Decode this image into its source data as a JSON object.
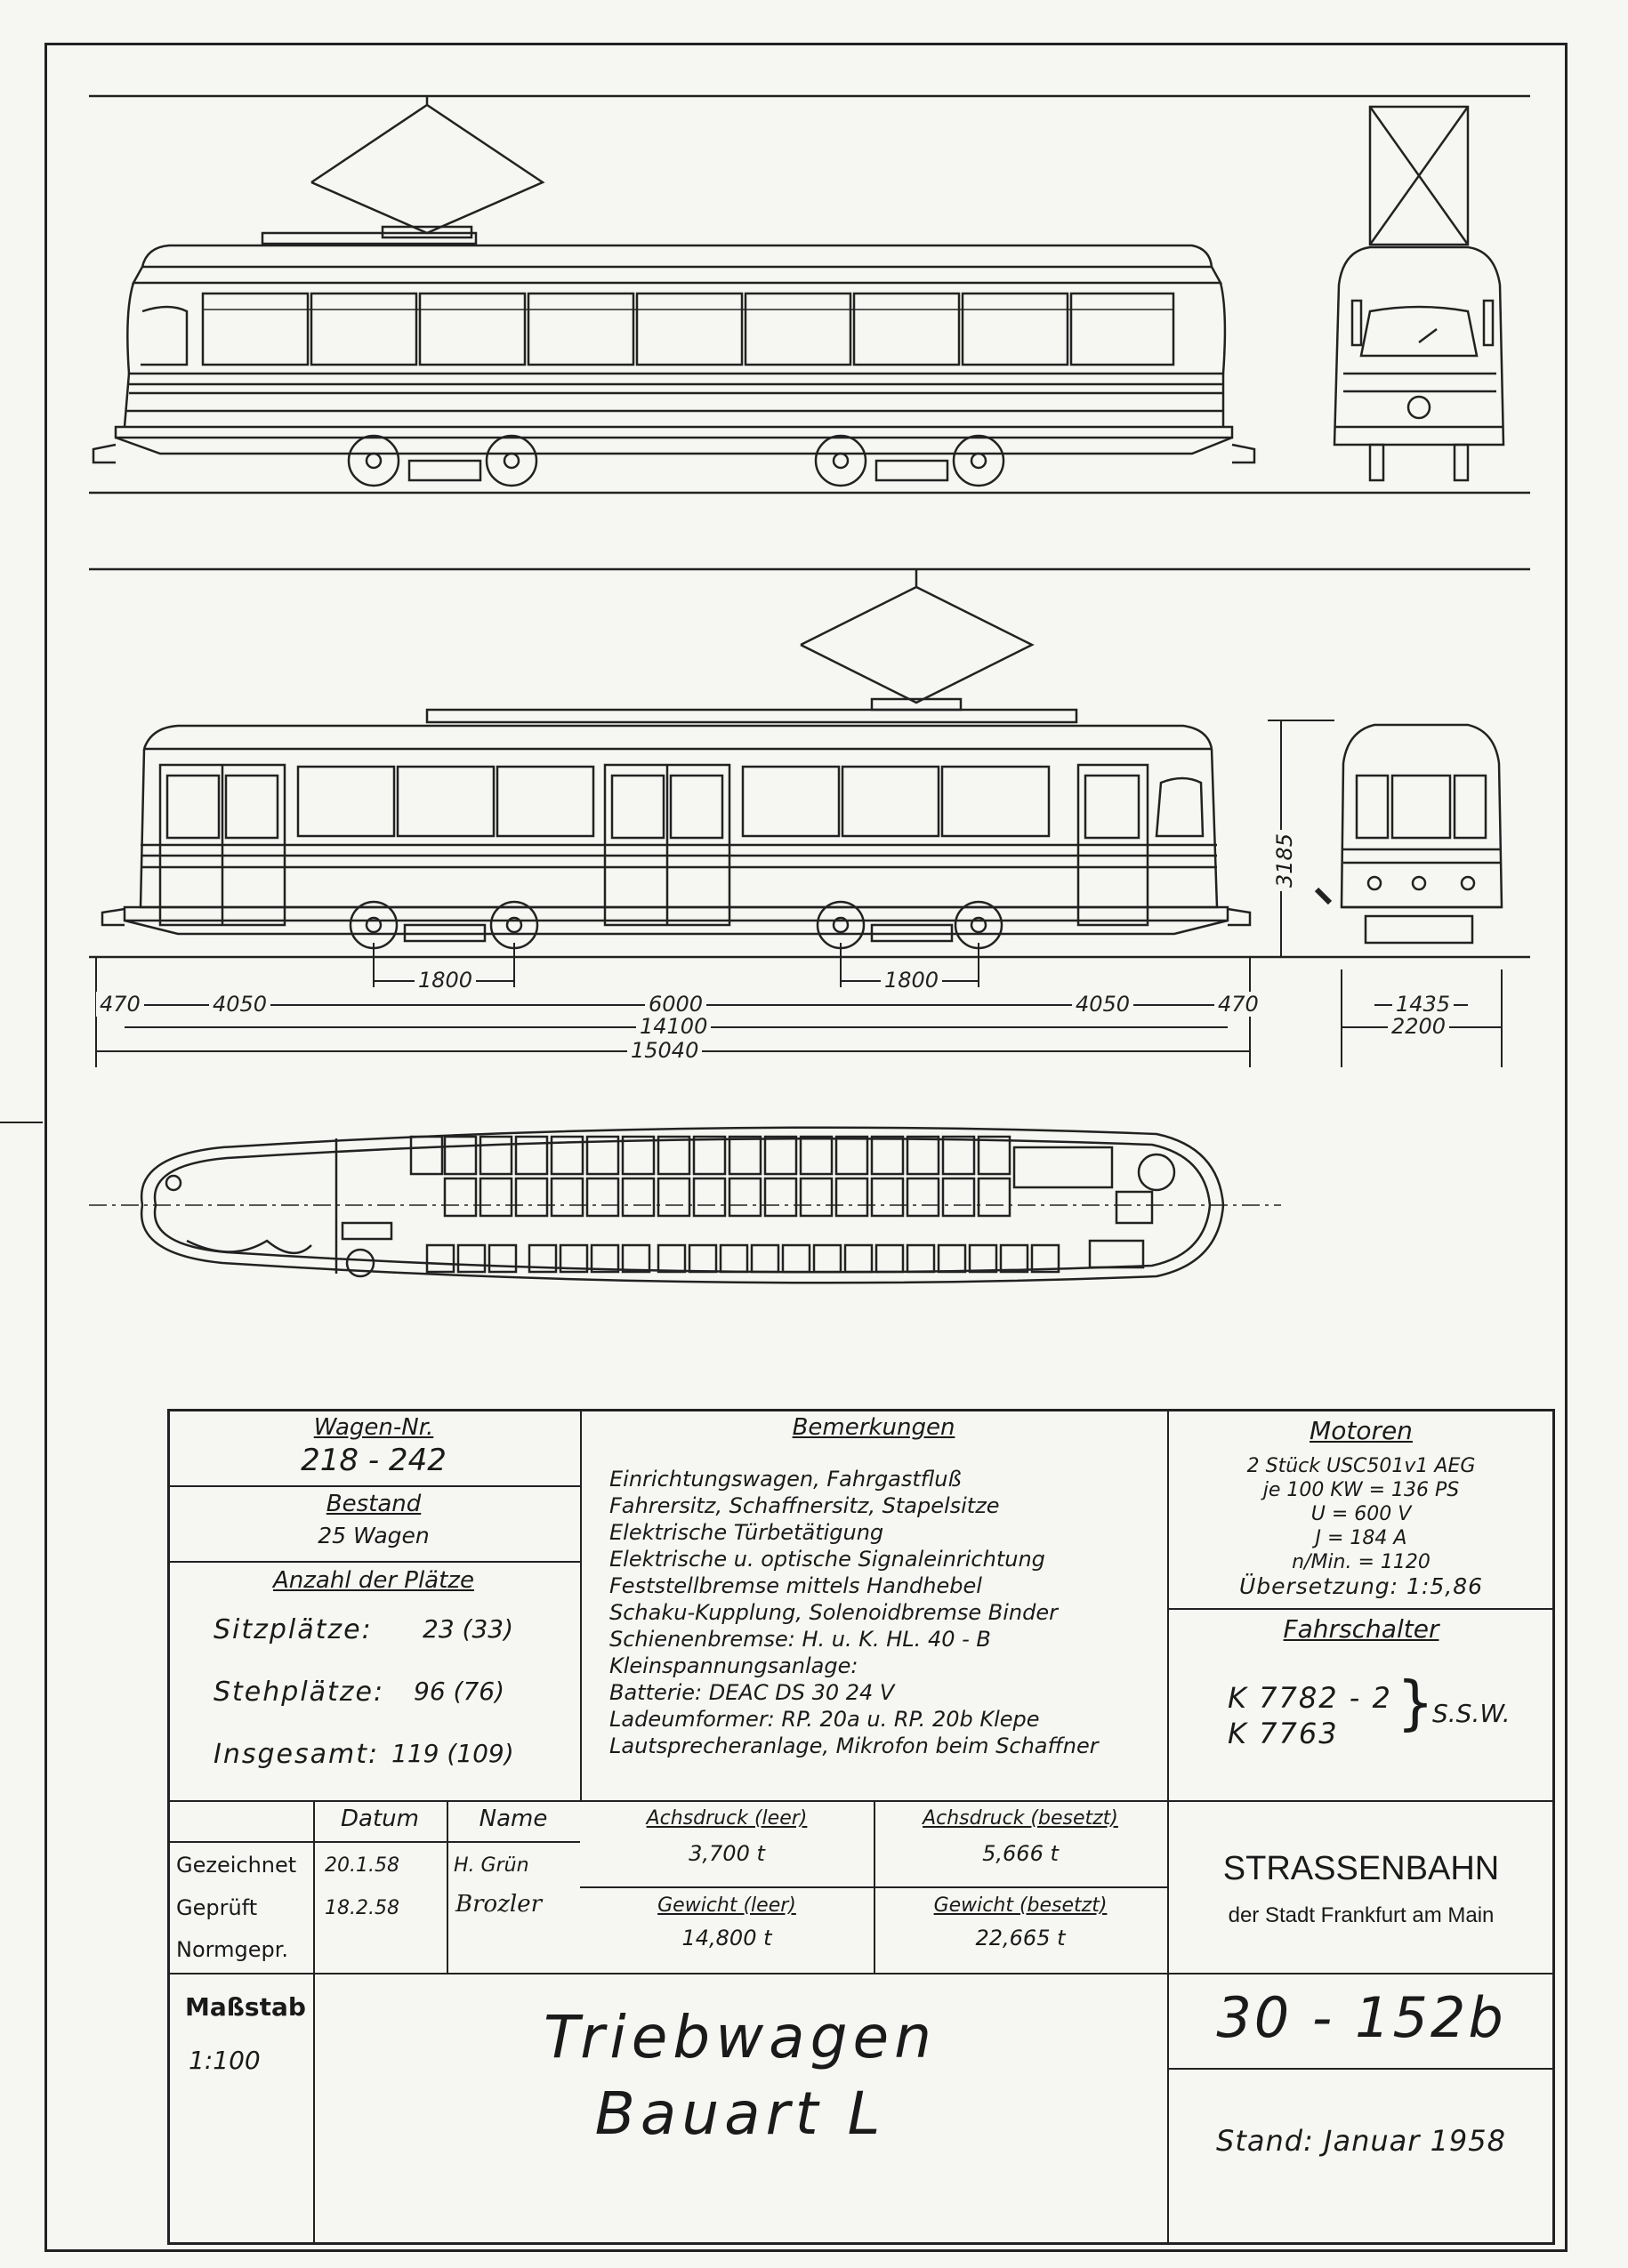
{
  "dimensions": {
    "height": "3185",
    "bogie_left": "1800",
    "bogie_right": "1800",
    "end_left": "470",
    "overhang_left": "4050",
    "bogie_centers": "6000",
    "overhang_right": "4050",
    "end_right": "470",
    "body_length": "14100",
    "total_length": "15040",
    "gauge": "1435",
    "width": "2200"
  },
  "wagen": {
    "header": "Wagen-Nr.",
    "value": "218 - 242",
    "bestand_header": "Bestand",
    "bestand_value": "25 Wagen",
    "plaetze_header": "Anzahl der Plätze",
    "sitz_label": "Sitzplätze:",
    "sitz_value": "23 (33)",
    "steh_label": "Stehplätze:",
    "steh_value": "96 (76)",
    "gesamt_label": "Insgesamt:",
    "gesamt_value": "119 (109)"
  },
  "bemerkungen": {
    "header": "Bemerkungen",
    "lines": [
      "Einrichtungswagen, Fahrgastfluß",
      "Fahrersitz, Schaffnersitz, Stapelsitze",
      "Elektrische Türbetätigung",
      "Elektrische u. optische Signaleinrichtung",
      "Feststellbremse mittels Handhebel",
      "Schaku-Kupplung, Solenoidbremse Binder",
      "Schienenbremse: H. u. K. HL. 40 - B",
      "Kleinspannungsanlage:",
      "Batterie: DEAC DS 30 24 V",
      "Ladeumformer: RP. 20a u. RP. 20b Klepe",
      "Lautsprecheranlage, Mikrofon beim Schaffner"
    ]
  },
  "motoren": {
    "header": "Motoren",
    "lines": [
      "2 Stück USC501v1 AEG",
      "je 100 KW = 136 PS",
      "U = 600 V",
      "J = 184 A",
      "n/Min. = 1120",
      "Übersetzung: 1:5,86"
    ],
    "fahrschalter_header": "Fahrschalter",
    "fahrschalter_1": "K 7782 - 2",
    "fahrschalter_2": "K 7763",
    "fahrschalter_maker": "S.S.W."
  },
  "signoff": {
    "col_datum": "Datum",
    "col_name": "Name",
    "rows": [
      {
        "label": "Gezeichnet",
        "datum": "20.1.58",
        "name": "H. Grün"
      },
      {
        "label": "Geprüft",
        "datum": "18.2.58",
        "name": "Brozler"
      },
      {
        "label": "Normgepr.",
        "datum": "",
        "name": ""
      }
    ]
  },
  "weights": {
    "achsdruck_leer_label": "Achsdruck (leer)",
    "achsdruck_leer": "3,700 t",
    "achsdruck_besetzt_label": "Achsdruck (besetzt)",
    "achsdruck_besetzt": "5,666 t",
    "gewicht_leer_label": "Gewicht (leer)",
    "gewicht_leer": "14,800 t",
    "gewicht_besetzt_label": "Gewicht (besetzt)",
    "gewicht_besetzt": "22,665 t"
  },
  "company": {
    "name": "STRASSENBAHN",
    "city": "der Stadt Frankfurt am Main"
  },
  "massstab": {
    "label": "Maßstab",
    "value": "1:100"
  },
  "title": {
    "line1": "Triebwagen",
    "line2": "Bauart L"
  },
  "drawing_no": "30 - 152b",
  "stand": "Stand: Januar 1958"
}
